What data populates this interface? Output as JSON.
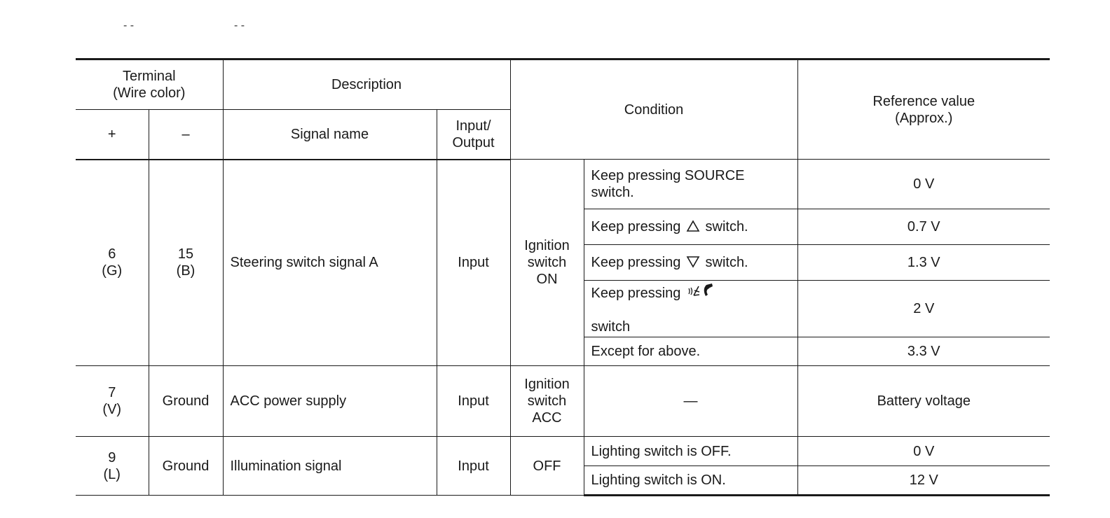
{
  "header_marks": [
    "- -",
    "- -"
  ],
  "table": {
    "headers": {
      "terminal": "Terminal\n(Wire color)",
      "plus": "+",
      "minus": "–",
      "description": "Description",
      "signal_name": "Signal name",
      "input_output": "Input/\nOutput",
      "condition": "Condition",
      "reference_value": "Reference value\n(Approx.)"
    },
    "rows": {
      "steering": {
        "plus": "6\n(G)",
        "minus": "15\n(B)",
        "signal_name": "Steering switch signal A",
        "io": "Input",
        "ignition": "Ignition\nswitch\nON",
        "conditions": [
          {
            "text": "Keep pressing SOURCE\nswitch.",
            "value": "0 V"
          },
          {
            "text_before": "Keep pressing ",
            "icon": "triangle-up-icon",
            "text_after": " switch.",
            "value": "0.7 V"
          },
          {
            "text_before": "Keep pressing ",
            "icon": "triangle-down-icon",
            "text_after": " switch.",
            "value": "1.3 V"
          },
          {
            "text_before": "Keep pressing ",
            "icon": "voice-phone-icon",
            "text_after": "\nswitch",
            "value": "2 V"
          },
          {
            "text": "Except for above.",
            "value": "3.3 V"
          }
        ]
      },
      "acc": {
        "plus": "7\n(V)",
        "minus": "Ground",
        "signal_name": "ACC power supply",
        "io": "Input",
        "ignition": "Ignition\nswitch\nACC",
        "condition": "—",
        "value": "Battery voltage"
      },
      "illumination": {
        "plus": "9\n(L)",
        "minus": "Ground",
        "signal_name": "Illumination signal",
        "io": "Input",
        "ignition": "OFF",
        "conditions": [
          {
            "text": "Lighting switch is OFF.",
            "value": "0 V"
          },
          {
            "text": "Lighting switch is ON.",
            "value": "12 V"
          }
        ]
      }
    }
  }
}
